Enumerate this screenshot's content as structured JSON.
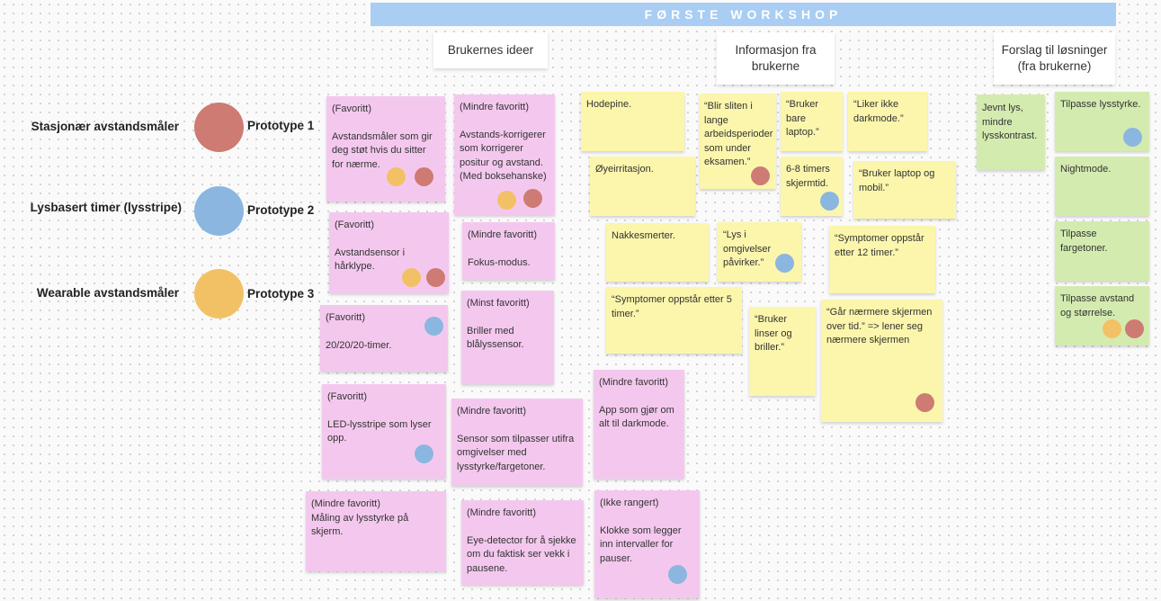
{
  "banner": {
    "title": "FØRSTE WORKSHOP"
  },
  "columns": {
    "users_ideas": "Brukernes ideer",
    "info_from_users": "Informasjon fra brukerne",
    "suggested_solutions": "Forslag til løsninger (fra brukerne)"
  },
  "rows": [
    {
      "name": "Stasjonær avstandsmåler",
      "prototype": "Prototype 1",
      "color": "#cd7b73"
    },
    {
      "name": "Lysbasert timer (lysstripe)",
      "prototype": "Prototype 2",
      "color": "#8bb6e0"
    },
    {
      "name": "Wearable avstandsmåler",
      "prototype": "Prototype 3",
      "color": "#f3c165"
    }
  ],
  "dot_colors": {
    "red": "#cd7b73",
    "blue": "#8bb6e0",
    "orange": "#f3c165"
  },
  "note_colors": {
    "ideas": "#f4c8ee",
    "info": "#fbf6ac",
    "solutions": "#d4ebb0"
  },
  "ideas": [
    {
      "tag": "(Favoritt)",
      "text": "Avstandsmåler som gir deg støt hvis du sitter for nærme.",
      "dots": [
        "orange",
        "red"
      ]
    },
    {
      "tag": "(Mindre favoritt)",
      "text": "Avstands-korrigerer som korrigerer positur og avstand. (Med boksehanske)",
      "dots": [
        "orange",
        "red"
      ]
    },
    {
      "tag": "(Favoritt)",
      "text": "Avstandsensor i hårklype.",
      "dots": [
        "orange",
        "red"
      ]
    },
    {
      "tag": "(Mindre favoritt)",
      "text": "Fokus-modus.",
      "dots": []
    },
    {
      "tag": "(Favoritt)",
      "text": "20/20/20-timer.",
      "dots": [
        "blue"
      ]
    },
    {
      "tag": "(Minst favoritt)",
      "text": "Briller med blålyssensor.",
      "dots": []
    },
    {
      "tag": "(Favoritt)",
      "text": "LED-lysstripe som lyser opp.",
      "dots": [
        "blue"
      ]
    },
    {
      "tag": "(Mindre favoritt)",
      "text": "Sensor som tilpasser utifra omgivelser med lysstyrke/fargetoner.",
      "dots": []
    },
    {
      "tag": "(Mindre favoritt)",
      "text": "App som gjør om alt til darkmode.",
      "dots": []
    },
    {
      "tag": "(Mindre favoritt)",
      "text": "Måling av lysstyrke på skjerm.",
      "dots": []
    },
    {
      "tag": "(Mindre favoritt)",
      "text": "Eye-detector for å sjekke om du faktisk ser vekk i pausene.",
      "dots": []
    },
    {
      "tag": "(Ikke rangert)",
      "text": "Klokke som legger inn intervaller for pauser.",
      "dots": [
        "blue"
      ]
    }
  ],
  "info": [
    {
      "text": "Hodepine.",
      "dots": []
    },
    {
      "text": "“Blir sliten i lange arbeidsperioder som under eksamen.”",
      "dots": [
        "red"
      ]
    },
    {
      "text": "“Bruker bare laptop.”",
      "dots": []
    },
    {
      "text": "“Liker ikke darkmode.”",
      "dots": []
    },
    {
      "text": "Øyeirritasjon.",
      "dots": []
    },
    {
      "text": "6-8 timers skjermtid.",
      "dots": [
        "blue"
      ]
    },
    {
      "text": "“Bruker laptop og mobil.”",
      "dots": []
    },
    {
      "text": "Nakkesmerter.",
      "dots": []
    },
    {
      "text": "“Lys i omgivelser påvirker.”",
      "dots": [
        "blue"
      ]
    },
    {
      "text": "“Symptomer oppstår etter 12 timer.”",
      "dots": []
    },
    {
      "text": "“Symptomer oppstår etter 5 timer.”",
      "dots": []
    },
    {
      "text": "“Bruker linser og briller.”",
      "dots": []
    },
    {
      "text": "“Går nærmere skjermen over tid.” => lener seg nærmere skjermen",
      "dots": [
        "red"
      ]
    }
  ],
  "solutions": [
    {
      "text": "Jevnt lys, mindre lysskontrast.",
      "dots": []
    },
    {
      "text": "Tilpasse lysstyrke.",
      "dots": [
        "blue"
      ]
    },
    {
      "text": "Nightmode.",
      "dots": []
    },
    {
      "text": "Tilpasse fargetoner.",
      "dots": []
    },
    {
      "text": "Tilpasse avstand og størrelse.",
      "dots": [
        "orange",
        "red"
      ]
    }
  ]
}
